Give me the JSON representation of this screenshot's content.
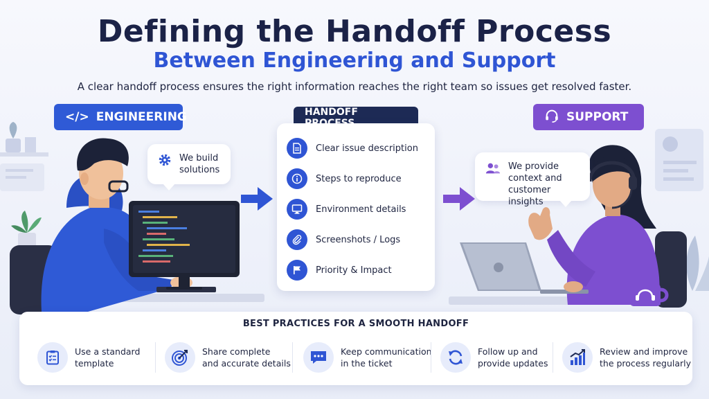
{
  "header": {
    "title": "Defining the Handoff Process",
    "subtitle": "Between Engineering and Support",
    "tagline": "A clear handoff process ensures the right information reaches the right team so issues get resolved faster."
  },
  "engineering": {
    "badge_icon": "</>",
    "badge_label": "ENGINEERING",
    "bubble_text": "We build solutions",
    "bubble_icon": "gear-icon"
  },
  "support": {
    "badge_label": "SUPPORT",
    "badge_icon": "headset-icon",
    "bubble_text": "We provide context and customer insights",
    "bubble_icon": "users-icon"
  },
  "handoff": {
    "label": "HANDOFF PROCESS",
    "steps": [
      {
        "label": "Clear issue description",
        "icon": "document-icon"
      },
      {
        "label": "Steps to reproduce",
        "icon": "info-icon"
      },
      {
        "label": "Environment details",
        "icon": "monitor-icon"
      },
      {
        "label": "Screenshots / Logs",
        "icon": "paperclip-icon"
      },
      {
        "label": "Priority & Impact",
        "icon": "flag-icon"
      }
    ]
  },
  "best_practices": {
    "title": "BEST PRACTICES FOR A SMOOTH HANDOFF",
    "items": [
      {
        "line1": "Use a standard",
        "line2": "template",
        "icon": "clipboard-checklist-icon"
      },
      {
        "line1": "Share complete",
        "line2": "and accurate details",
        "icon": "target-icon"
      },
      {
        "line1": "Keep communication",
        "line2": "in the ticket",
        "icon": "chat-icon"
      },
      {
        "line1": "Follow up and",
        "line2": "provide updates",
        "icon": "refresh-icon"
      },
      {
        "line1": "Review and improve",
        "line2": "the process regularly",
        "icon": "growth-chart-icon"
      }
    ]
  },
  "colors": {
    "engineering": "#2f5ad6",
    "support": "#7d4fd0",
    "handoff": "#1d2a55",
    "title": "#1b2247",
    "subtitle": "#2f55d4"
  }
}
